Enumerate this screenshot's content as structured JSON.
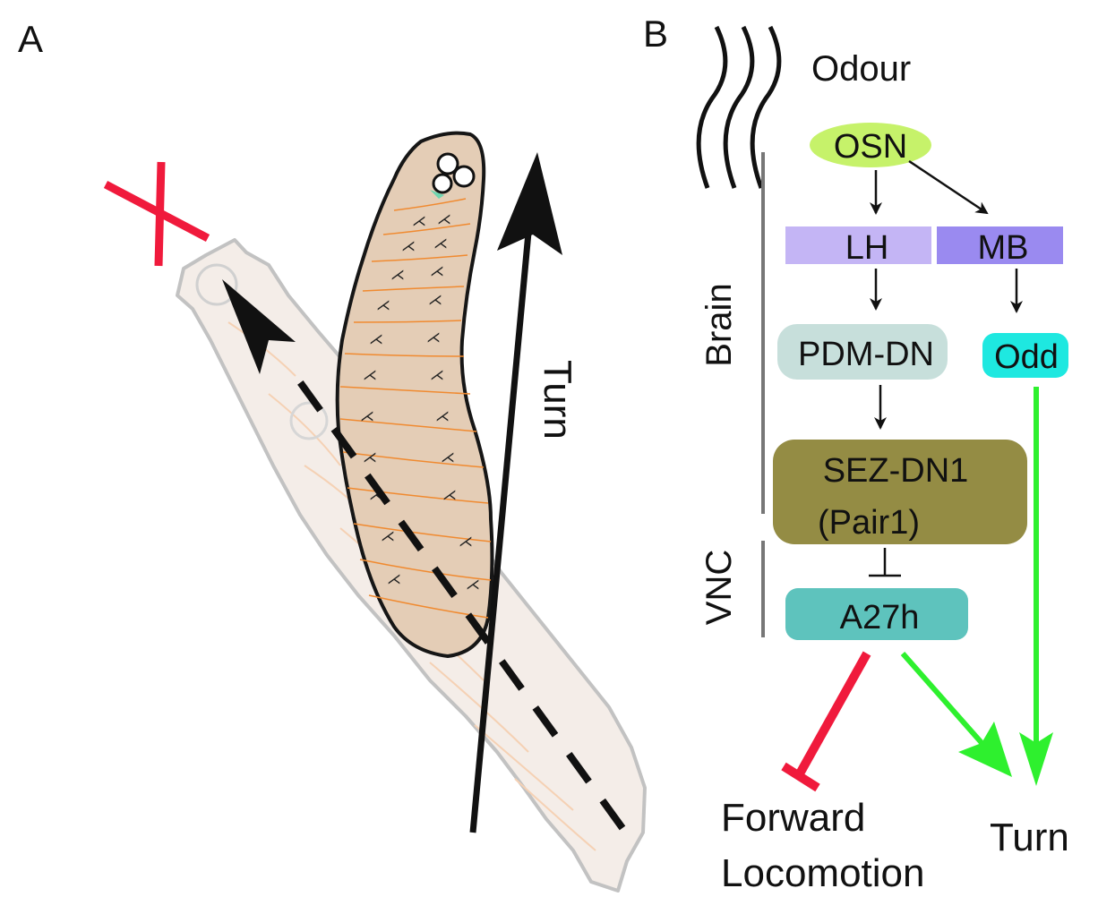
{
  "panel_a": {
    "label": "A",
    "turn_label": "Turn"
  },
  "panel_b": {
    "label": "B",
    "odour_label": "Odour",
    "region_brain": "Brain",
    "region_vnc": "VNC",
    "nodes": {
      "osn": "OSN",
      "lh": "LH",
      "mb": "MB",
      "pdm_dn": "PDM-DN",
      "odd": "Odd",
      "sez_dn1_line1": "SEZ-DN1",
      "sez_dn1_line2": "(Pair1)",
      "a27h": "A27h"
    },
    "outputs": {
      "forward_line1": "Forward",
      "forward_line2": "Locomotion",
      "turn": "Turn"
    },
    "colors": {
      "osn": "#c6f26a",
      "lh": "#c4b5f5",
      "mb": "#9a8af0",
      "pdm_dn": "#c7dfdb",
      "odd": "#1ee8e0",
      "sez_dn1": "#948c44",
      "a27h": "#5ec3bd",
      "inhibit": "#f01a3c",
      "excite": "#2ef02e"
    }
  }
}
